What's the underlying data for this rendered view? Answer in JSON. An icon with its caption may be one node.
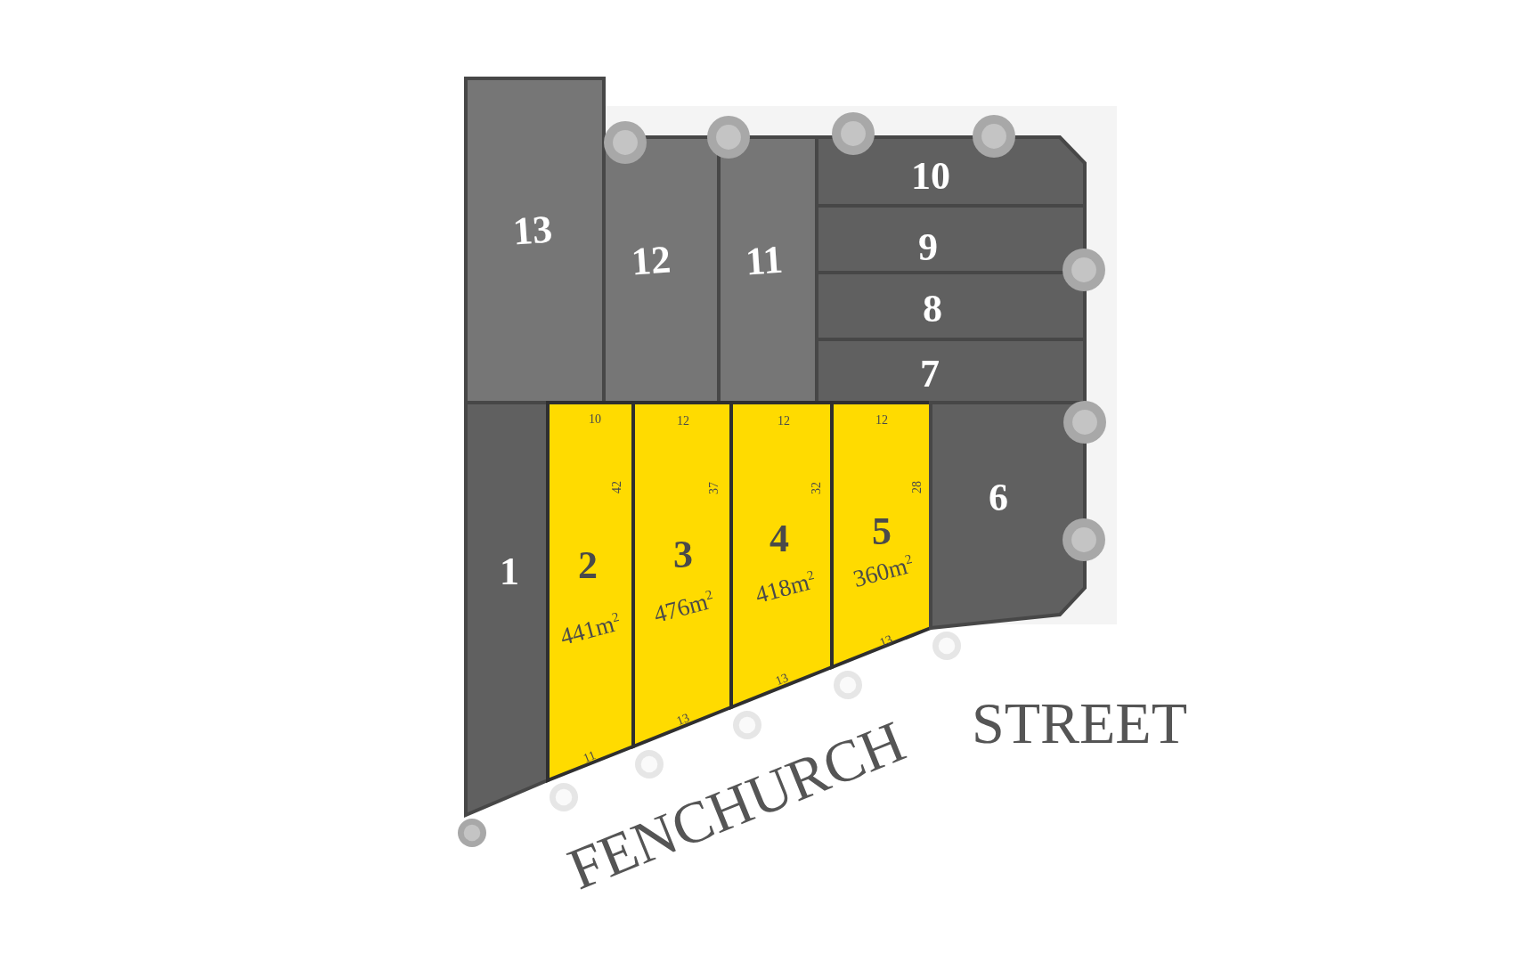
{
  "diagram": {
    "nodes": [
      {
        "text": [
          "13"
        ]
      },
      {
        "text": [
          "12"
        ]
      },
      {
        "text": [
          "11"
        ]
      },
      {
        "text": [
          "10"
        ]
      },
      {
        "text": [
          "9"
        ]
      },
      {
        "text": [
          "8"
        ]
      },
      {
        "text": [
          "7"
        ]
      },
      {
        "text": [
          "1"
        ]
      },
      {
        "text": [
          "10",
          "42",
          "2",
          "441m$^{2}$",
          "11"
        ]
      },
      {
        "text": [
          "12",
          "37",
          "3",
          "476m$^{2}$",
          "13"
        ]
      },
      {
        "text": [
          "12",
          "32",
          "4",
          "418m$^{2}$",
          "13"
        ]
      },
      {
        "text": [
          "12",
          "28",
          "5",
          "360m$^{2}$",
          "13"
        ]
      },
      {
        "text": [
          "6"
        ]
      }
    ],
    "labels": [
      "FENCHURCH",
      "STREET"
    ]
  }
}
